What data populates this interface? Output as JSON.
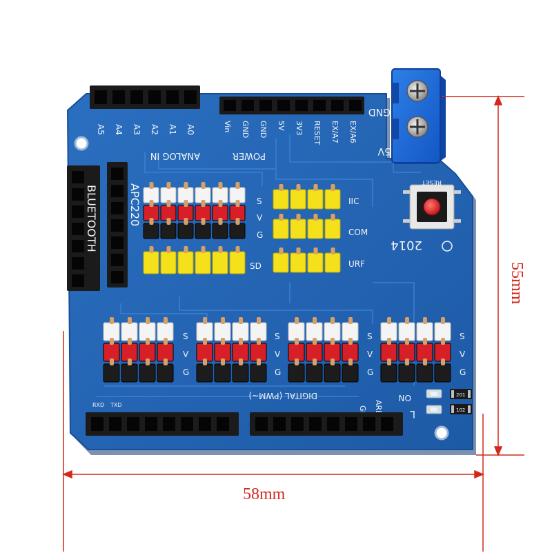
{
  "dimensions": {
    "width_label": "58mm",
    "height_label": "55mm",
    "color": "#d4281c"
  },
  "board": {
    "pcb_color": "#2163b3",
    "silkscreen": {
      "analog_pins": [
        "A5",
        "A4",
        "A3",
        "A2",
        "A1",
        "A0"
      ],
      "analog_label": "ANALOG IN",
      "power_pins": [
        "Vin",
        "GND",
        "GND",
        "5V",
        "3V3",
        "RESET",
        "EX/A7",
        "EX/A6"
      ],
      "power_label": "POWER",
      "bluetooth_label": "BLUETOOTH",
      "apc_label": "APC220",
      "iic_label": "IIC",
      "com_label": "COM",
      "urf_label": "URF",
      "sd_label": "SD",
      "sig_labels": [
        "S",
        "V",
        "G"
      ],
      "digital_label": "DIGITAL (PWM~)",
      "year_label": "2014",
      "reset_label": "RESET",
      "gnd_label": "GND",
      "vcc_label": "5V",
      "rxd_label": "RXD",
      "txd_label": "TXD",
      "on_label": "ON",
      "l_label": "L",
      "aref_label": "AREF",
      "gn_label": "GN",
      "resistor_labels": [
        "201",
        "102"
      ]
    },
    "components": {
      "screw_terminal": "blue-screw-terminal",
      "reset_button": "red-tactile-button",
      "leds": [
        "power-led",
        "status-led"
      ]
    }
  }
}
